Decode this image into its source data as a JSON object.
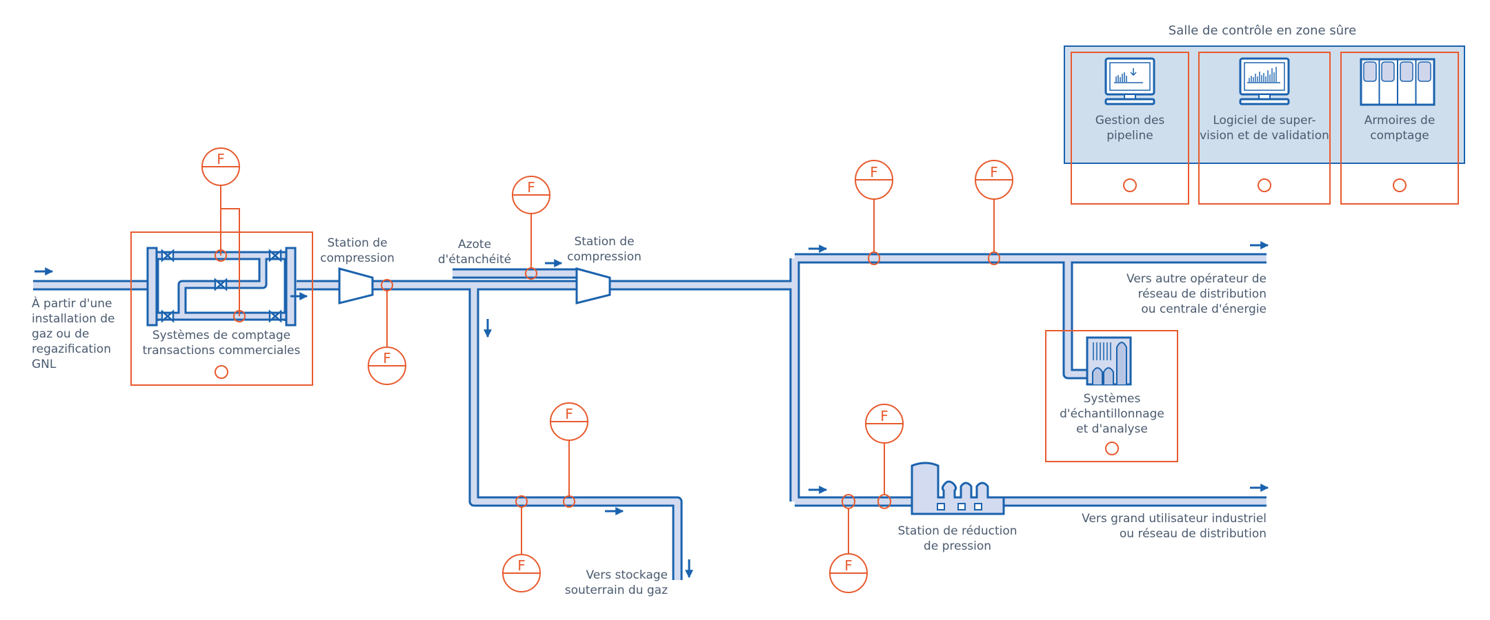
{
  "colors": {
    "pipe": "#1a62ae",
    "pipe_fill": "#d2dbef",
    "instrument": "#e85a2e",
    "control_room_fill": "#cfdeed",
    "text": "#4a5a6e"
  },
  "control_room": {
    "title": "Salle de contrôle en zone sûre",
    "units": [
      {
        "line1": "Gestion des",
        "line2": "pipeline",
        "icon": "monitor-chart-download-icon"
      },
      {
        "line1": "Logiciel de super-",
        "line2": "vision et de validation",
        "icon": "monitor-chart-icon"
      },
      {
        "line1": "Armoires de",
        "line2": "comptage",
        "icon": "metering-cabinets-icon"
      }
    ]
  },
  "source": {
    "lines": [
      "À partir d'une",
      "installation de",
      "gaz ou de",
      "regazification",
      "GNL"
    ]
  },
  "metering_system": {
    "line1": "Systèmes de comptage",
    "line2": "transactions commerciales"
  },
  "compressor_1": {
    "line1": "Station de",
    "line2": "compression"
  },
  "compressor_2": {
    "line1": "Station de",
    "line2": "compression"
  },
  "nitrogen": {
    "line1": "Azote",
    "line2": "d'étanchéité"
  },
  "storage": {
    "line1": "Vers stockage",
    "line2": "souterrain du gaz"
  },
  "distribution_operator": {
    "line1": "Vers autre opérateur de",
    "line2": "réseau de distribution",
    "line3": "ou centrale d'énergie"
  },
  "sampling_system": {
    "line1": "Systèmes",
    "line2": "d'échantillonnage",
    "line3": "et d'analyse"
  },
  "pressure_reduction": {
    "line1": "Station de réduction",
    "line2": "de pression"
  },
  "industrial_user": {
    "line1": "Vers grand utilisateur industriel",
    "line2": "ou réseau de distribution"
  },
  "flow_meter_label": "F"
}
